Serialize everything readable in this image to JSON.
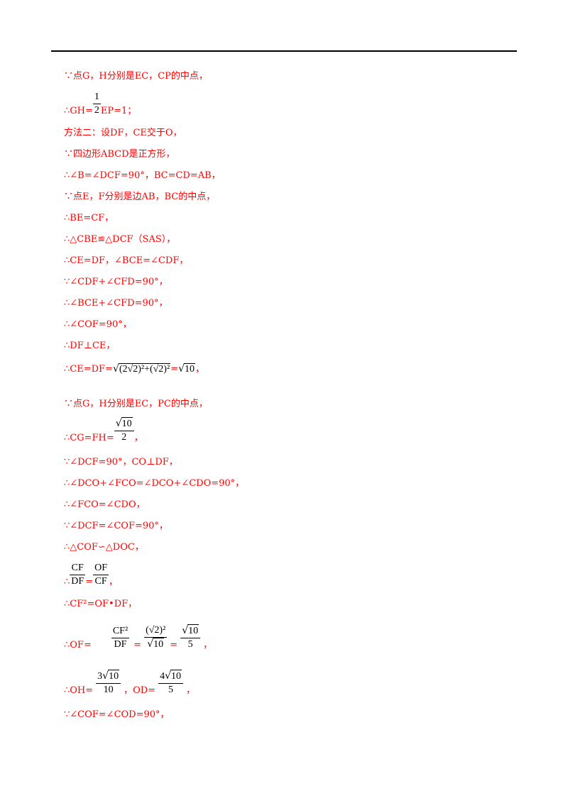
{
  "lines": [
    "∵点G，H分别是EC，CP的中点，",
    "∴GH=",
    "EP=1；",
    "方法二：设DF，CE交于O，",
    "∵四边形ABCD是正方形，",
    "∴∠B=∠DCF=90°，BC=CD=AB，",
    "∵点E，F分别是边AB，BC的中点，",
    "∴BE=CF，",
    "∴△CBE≌△DCF（SAS），",
    "∴CE=DF，∠BCE=∠CDF，",
    "∵∠CDF+∠CFD=90°，",
    "∴∠BCE+∠CFD=90°，",
    "∴∠COF=90°，",
    "∴DF⊥CE，",
    "∴CE=DF=",
    "=",
    "，",
    "∵点G，H分别是EC，PC的中点，",
    "∴CG=FH=",
    "，",
    "∵∠DCF=90°，CO⊥DF，",
    "∴∠DCO+∠FCO=∠DCO+∠CDO=90°，",
    "∴∠FCO=∠CDO，",
    "∵∠DCF=∠COF=90°，",
    "∴△COF∽△DOC，",
    "∴",
    "=",
    "，",
    "∴CF²=OF•DF，",
    "∴OF=",
    "=",
    "=",
    "，",
    "∴OH=",
    "，OD=",
    "，",
    "∵∠COF=∠COD=90°，"
  ],
  "math": {
    "half_num": "1",
    "half_den": "2",
    "sqrt_expr": "(2√2)²+(√2)²",
    "sqrt10": "10",
    "cg_num": "10",
    "cg_den": "2",
    "cf": "CF",
    "df": "DF",
    "of": "OF",
    "cf2": "CF²",
    "sqrt2sq": "(√2)²",
    "five": "5",
    "oh_num_coef": "3",
    "oh_den": "10",
    "od_num_coef": "4"
  }
}
